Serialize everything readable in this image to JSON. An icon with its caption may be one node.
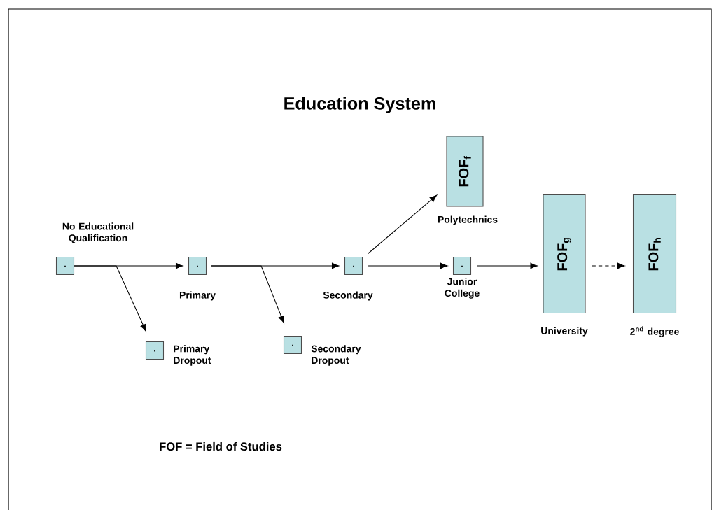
{
  "diagram": {
    "title": "Education System",
    "nodes": [
      {
        "text": [
          "."
        ],
        "beside": [
          "No Educational Qualification"
        ]
      },
      {
        "text": [
          "."
        ],
        "beside": [
          "Primary"
        ]
      },
      {
        "text": [
          "."
        ],
        "beside": [
          "Primary Dropout"
        ]
      },
      {
        "text": [
          "."
        ],
        "beside": [
          "Secondary"
        ]
      },
      {
        "text": [
          "."
        ],
        "beside": [
          "Secondary Dropout"
        ]
      },
      {
        "text": [
          "FOF$_{f}$"
        ],
        "beside": [
          "Polytechnics"
        ]
      },
      {
        "text": [
          "."
        ],
        "beside": [
          "Junior College"
        ]
      },
      {
        "text": [
          "FOF$_{g}$"
        ],
        "beside": [
          "University"
        ]
      },
      {
        "text": [
          "FOF$_{h}$"
        ],
        "beside": [
          "2$^{nd}$ degree"
        ]
      }
    ],
    "edges": [
      {
        "from": 0,
        "to": 1,
        "arrow": "to"
      },
      {
        "from": 0,
        "to": 2,
        "arrow": "to"
      },
      {
        "from": 1,
        "to": 3,
        "arrow": "to"
      },
      {
        "from": 1,
        "to": 4,
        "arrow": "to"
      },
      {
        "from": 3,
        "to": 5,
        "arrow": "to"
      },
      {
        "from": 3,
        "to": 6,
        "arrow": "to"
      },
      {
        "from": 6,
        "to": 7,
        "arrow": "to"
      },
      {
        "from": 7,
        "to": 8,
        "arrow": "to",
        "style": "dashed"
      }
    ],
    "labels": [
      "FOF = Field of Studies"
    ]
  }
}
